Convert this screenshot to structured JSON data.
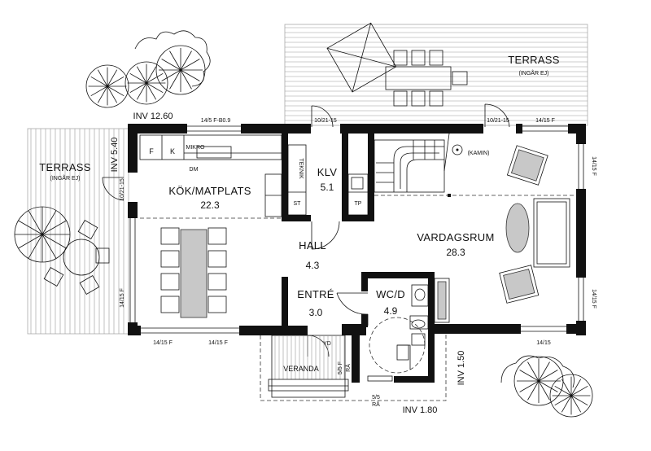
{
  "rooms": {
    "kitchen": {
      "name": "KÖK/MATPLATS",
      "area": "22.3"
    },
    "closet": {
      "name": "KLV",
      "area": "5.1"
    },
    "living": {
      "name": "VARDAGSRUM",
      "area": "28.3"
    },
    "hall": {
      "name": "HALL",
      "area": "4.3"
    },
    "entry": {
      "name": "ENTRÉ",
      "area": "3.0"
    },
    "wc": {
      "name": "WC/D",
      "area": "4.9"
    }
  },
  "terraces": {
    "left": {
      "name": "TERRASS",
      "note": "(INGÅR EJ)"
    },
    "top": {
      "name": "TERRASS",
      "note": "(INGÅR EJ)"
    },
    "veranda": "VERANDA"
  },
  "levels": {
    "top_left": "INV 12.60",
    "left": "INV 5.40",
    "right": "INV 1.50",
    "bottom": "INV 1.80"
  },
  "fixtures": {
    "fridge": "F",
    "freezer": "K",
    "microwave": "MIKRO",
    "dishwasher": "DM",
    "tech": "TEKNIK",
    "st": "ST",
    "tp": "TP",
    "fireplace": "(KAMIN)",
    "yd": "YD"
  },
  "window_labels": {
    "top_kitchen": "14/5 F-B0.9",
    "top_klv": "10/21-15",
    "top_living_door": "10/21-15",
    "top_living": "14/15 F",
    "right_upper": "14/15 F",
    "right_lower": "14/15 F",
    "left_door": "10/21-15",
    "left_window": "14/15 F",
    "bottom_left": "14/15 F",
    "bottom_mid": "14/15 F",
    "bottom_right": "14/15",
    "entry_door_v": "5/5 F",
    "entry_door_v2": "RÅ",
    "entry_bottom": "5/5",
    "entry_bottom2": "RÅ"
  }
}
